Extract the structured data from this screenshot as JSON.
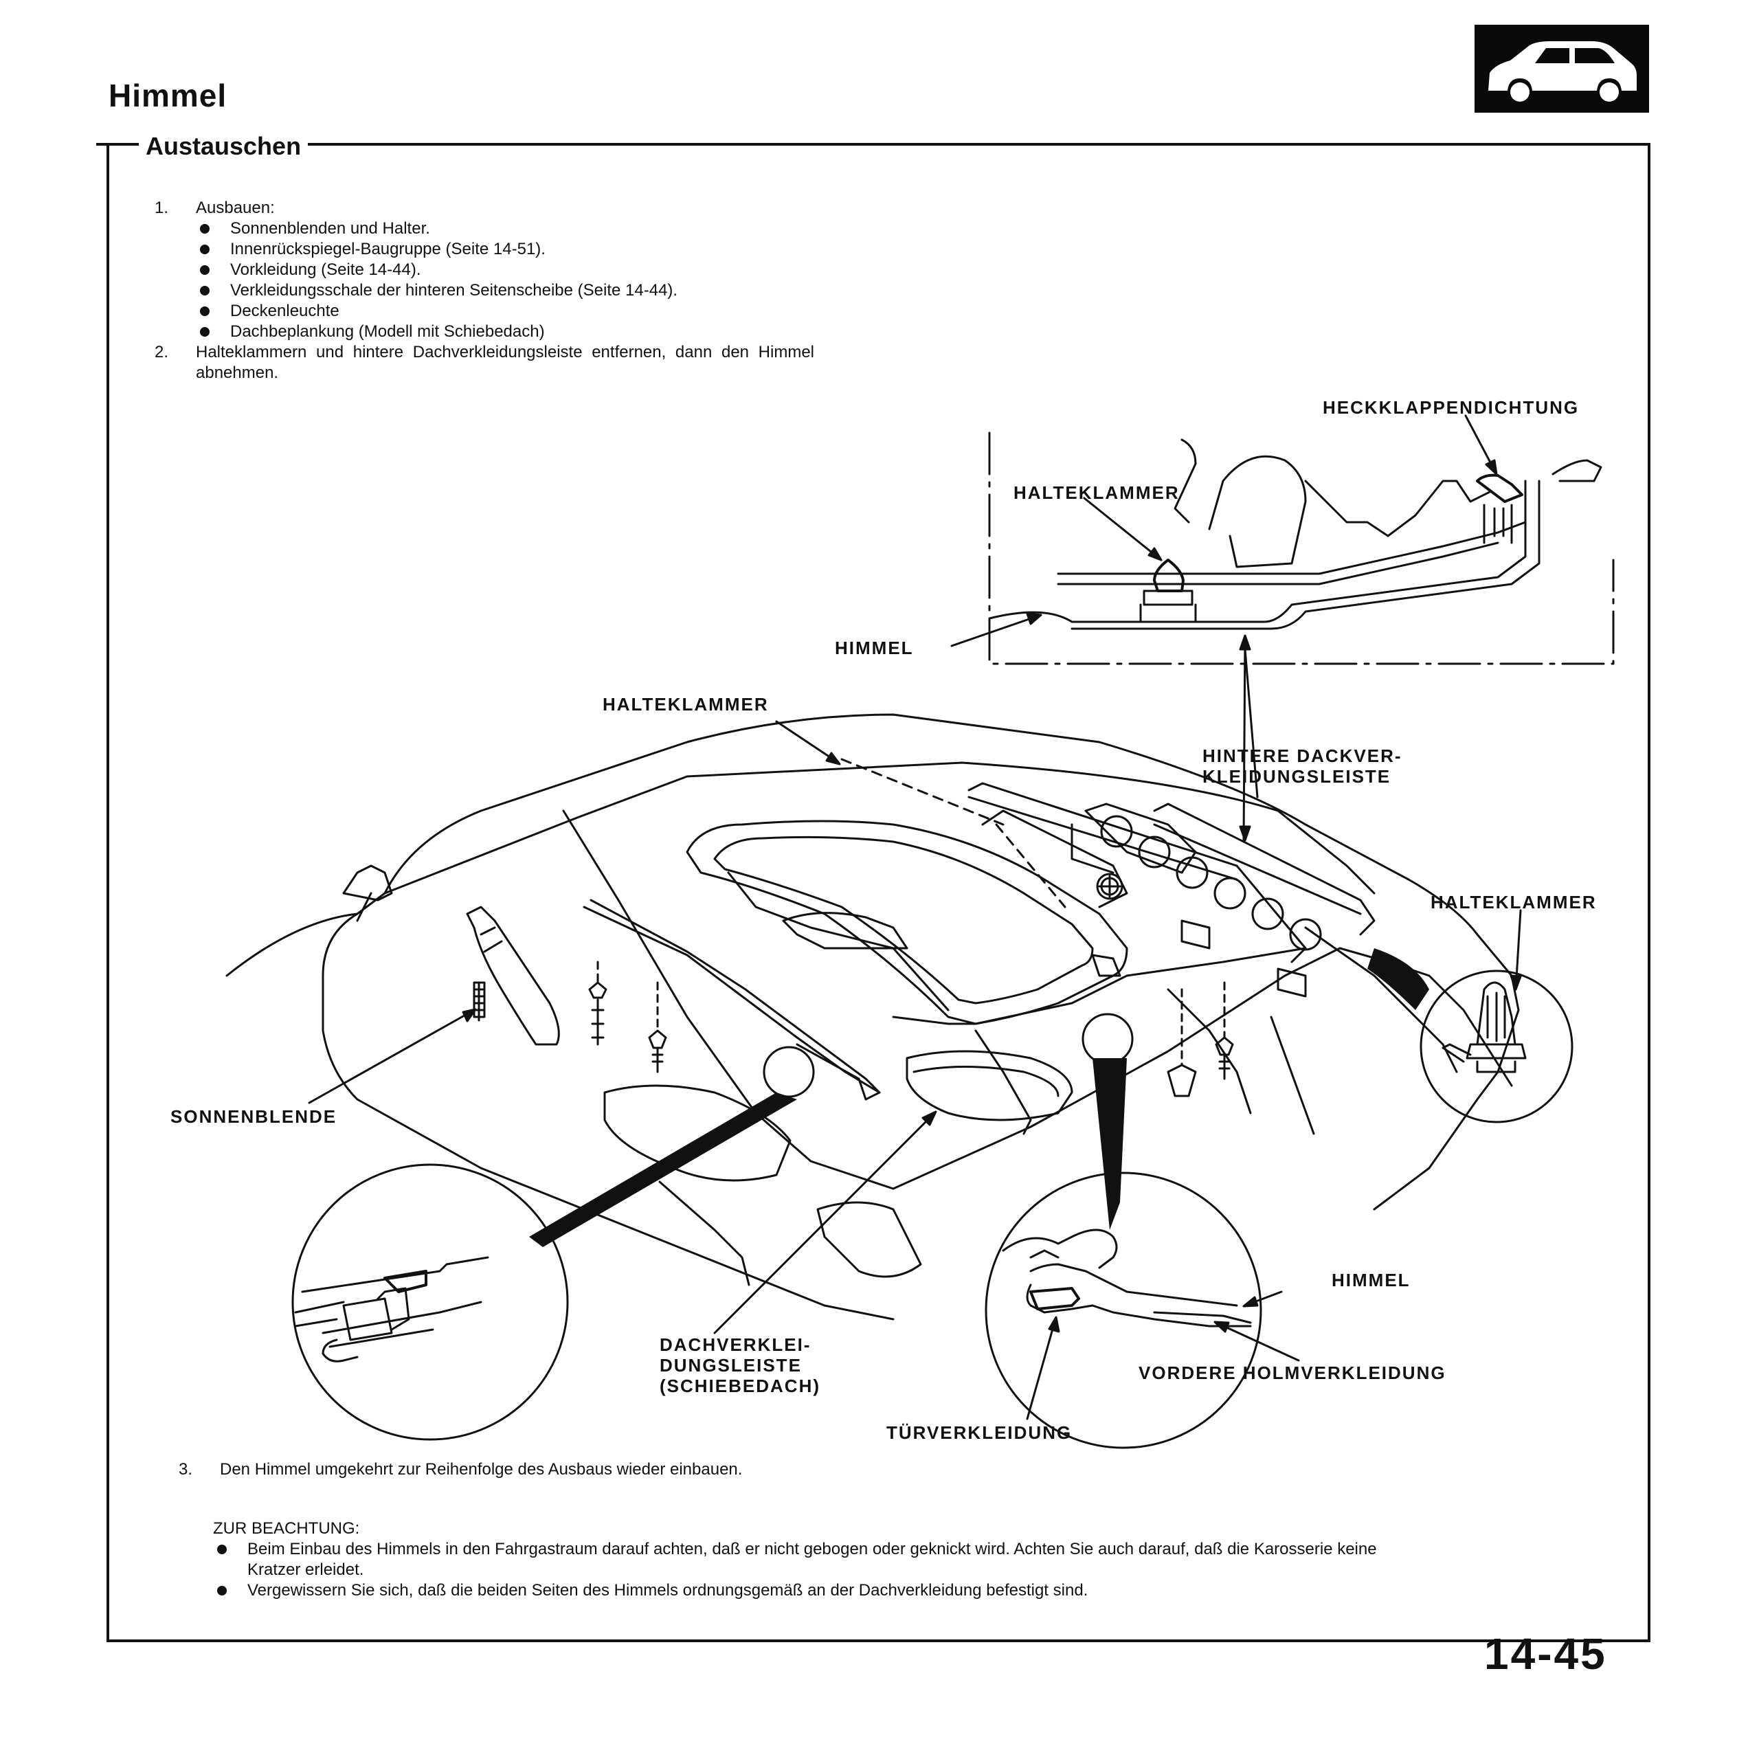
{
  "header": {
    "title": "Himmel",
    "section": "Austauschen"
  },
  "steps": {
    "s1": {
      "num": "1.",
      "text": "Ausbauen:"
    },
    "s1_bullets": [
      "Sonnenblenden und Halter.",
      "Innenrückspiegel-Baugruppe (Seite 14-51).",
      "Vorkleidung (Seite 14-44).",
      "Verkleidungsschale der hinteren Seitenscheibe (Seite 14-44).",
      "Deckenleuchte",
      "Dachbeplankung (Modell mit Schiebedach)"
    ],
    "s2": {
      "num": "2.",
      "text": "Halteklammern und hintere Dachverkleidungsleiste entfernen, dann den Himmel abnehmen."
    },
    "s3": {
      "num": "3.",
      "text": "Den Himmel umgekehrt zur Reihenfolge des Ausbaus wieder einbauen."
    }
  },
  "diagram_labels": {
    "heckklappendichtung": "HECKKLAPPENDICHTUNG",
    "halteklammer_top": "HALTEKLAMMER",
    "himmel_top": "HIMMEL",
    "halteklammer_mid": "HALTEKLAMMER",
    "hintere_leiste": "HINTERE DACKVER-KLEIDUNGSLEISTE",
    "halteklammer_right": "HALTEKLAMMER",
    "sonnenblende": "SONNENBLENDE",
    "himmel_bottom": "HIMMEL",
    "vordere_holm": "VORDERE HOLMVERKLEIDUNG",
    "dachverkleidungsleiste": "DACHVERKLEI-DUNGSLEISTE (SCHIEBEDACH)",
    "tuerverkleidung": "TÜRVERKLEIDUNG"
  },
  "note": {
    "heading": "ZUR BEACHTUNG:",
    "items": [
      "Beim Einbau des Himmels in den Fahrgastraum darauf achten, daß er nicht gebogen oder geknickt wird. Achten Sie auch darauf, daß die Karosserie keine Kratzer erleidet.",
      "Vergewissern Sie sich, daß die beiden Seiten des Himmels ordnungsgemäß an der Dachverkleidung befestigt sind."
    ]
  },
  "footer": {
    "page_number": "14-45"
  },
  "icons": {
    "section_icon": "car-body-icon"
  }
}
